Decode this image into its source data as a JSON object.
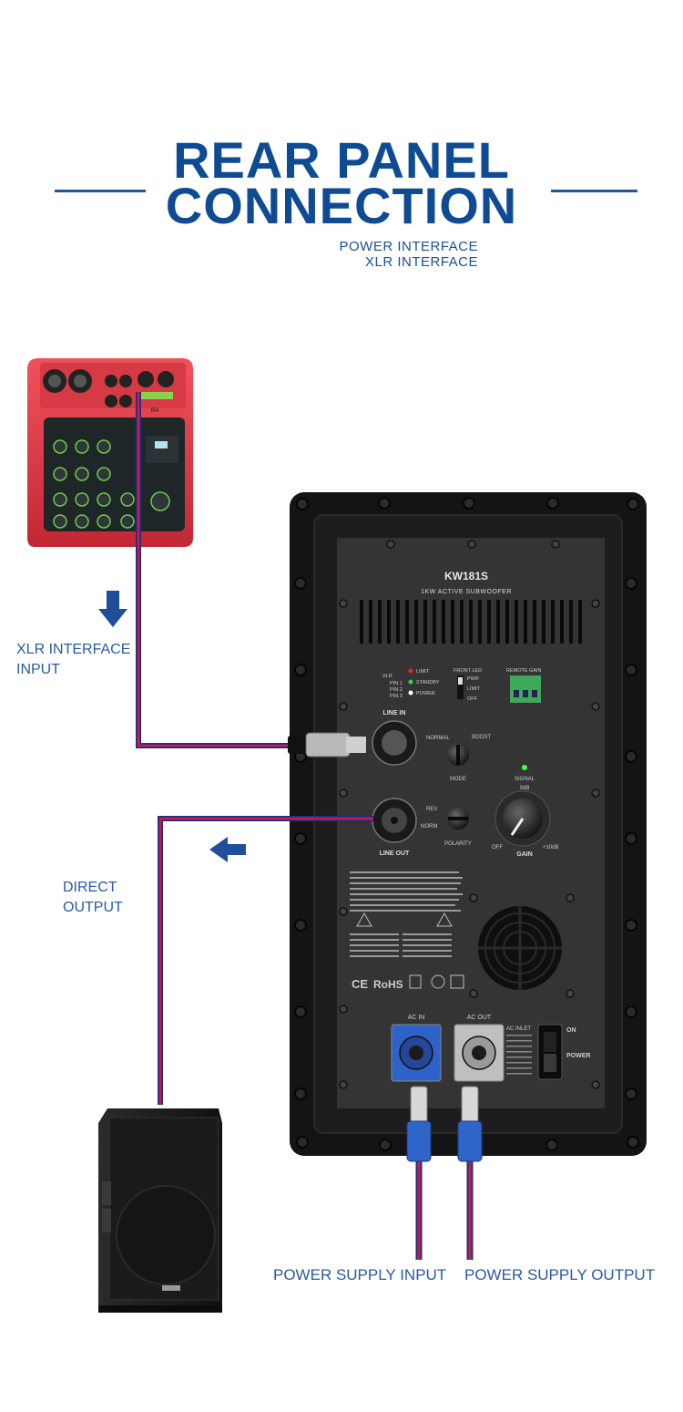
{
  "header": {
    "title_line1": "REAR PANEL",
    "title_line2": "CONNECTION",
    "subtitle_line1": "POWER INTERFACE",
    "subtitle_line2": "XLR INTERFACE"
  },
  "labels": {
    "xlr_input": "XLR INTERFACE\nINPUT",
    "direct_output": "DIRECT\nOUTPUT",
    "power_supply_input": "POWER SUPPLY INPUT",
    "power_supply_output": "POWER SUPPLY OUTPUT"
  },
  "panel": {
    "model": "KW181S",
    "description": "1KW  ACTIVE  SUBWOOFER",
    "xlr": "XLR",
    "pin1": "PIN 1",
    "pin2": "PIN 2",
    "pin3": "PIN 3",
    "limit": "LIMIT",
    "standby": "STANDBY",
    "power": "POWER",
    "front_led": "FRONT LED",
    "pwr": "PWR",
    "limit2": "LIMIT",
    "off": "OFF",
    "remote_gain": "REMOTE GAIN",
    "line_in": "LINE IN",
    "normal": "NORMAL",
    "boost": "BOOST",
    "mode": "MODE",
    "signal": "SIGNAL",
    "rev": "REV",
    "norm": "NORM",
    "polarity": "POLARITY",
    "line_out": "LINE OUT",
    "gain": "GAIN",
    "odb": "0dB",
    "off2": "OFF",
    "plus10db": "+10dB",
    "ac_in": "AC IN",
    "ac_out": "AC OUT",
    "ac_inlet": "AC INLET",
    "on": "ON",
    "power_switch": "POWER",
    "ce": "CE",
    "rohs": "RoHS"
  },
  "mixer": {
    "model": "B4"
  },
  "colors": {
    "title": "#0f4b93",
    "label": "#2a5aa0",
    "cable_red": "#c8203a",
    "cable_blue": "#1d2f86"
  }
}
